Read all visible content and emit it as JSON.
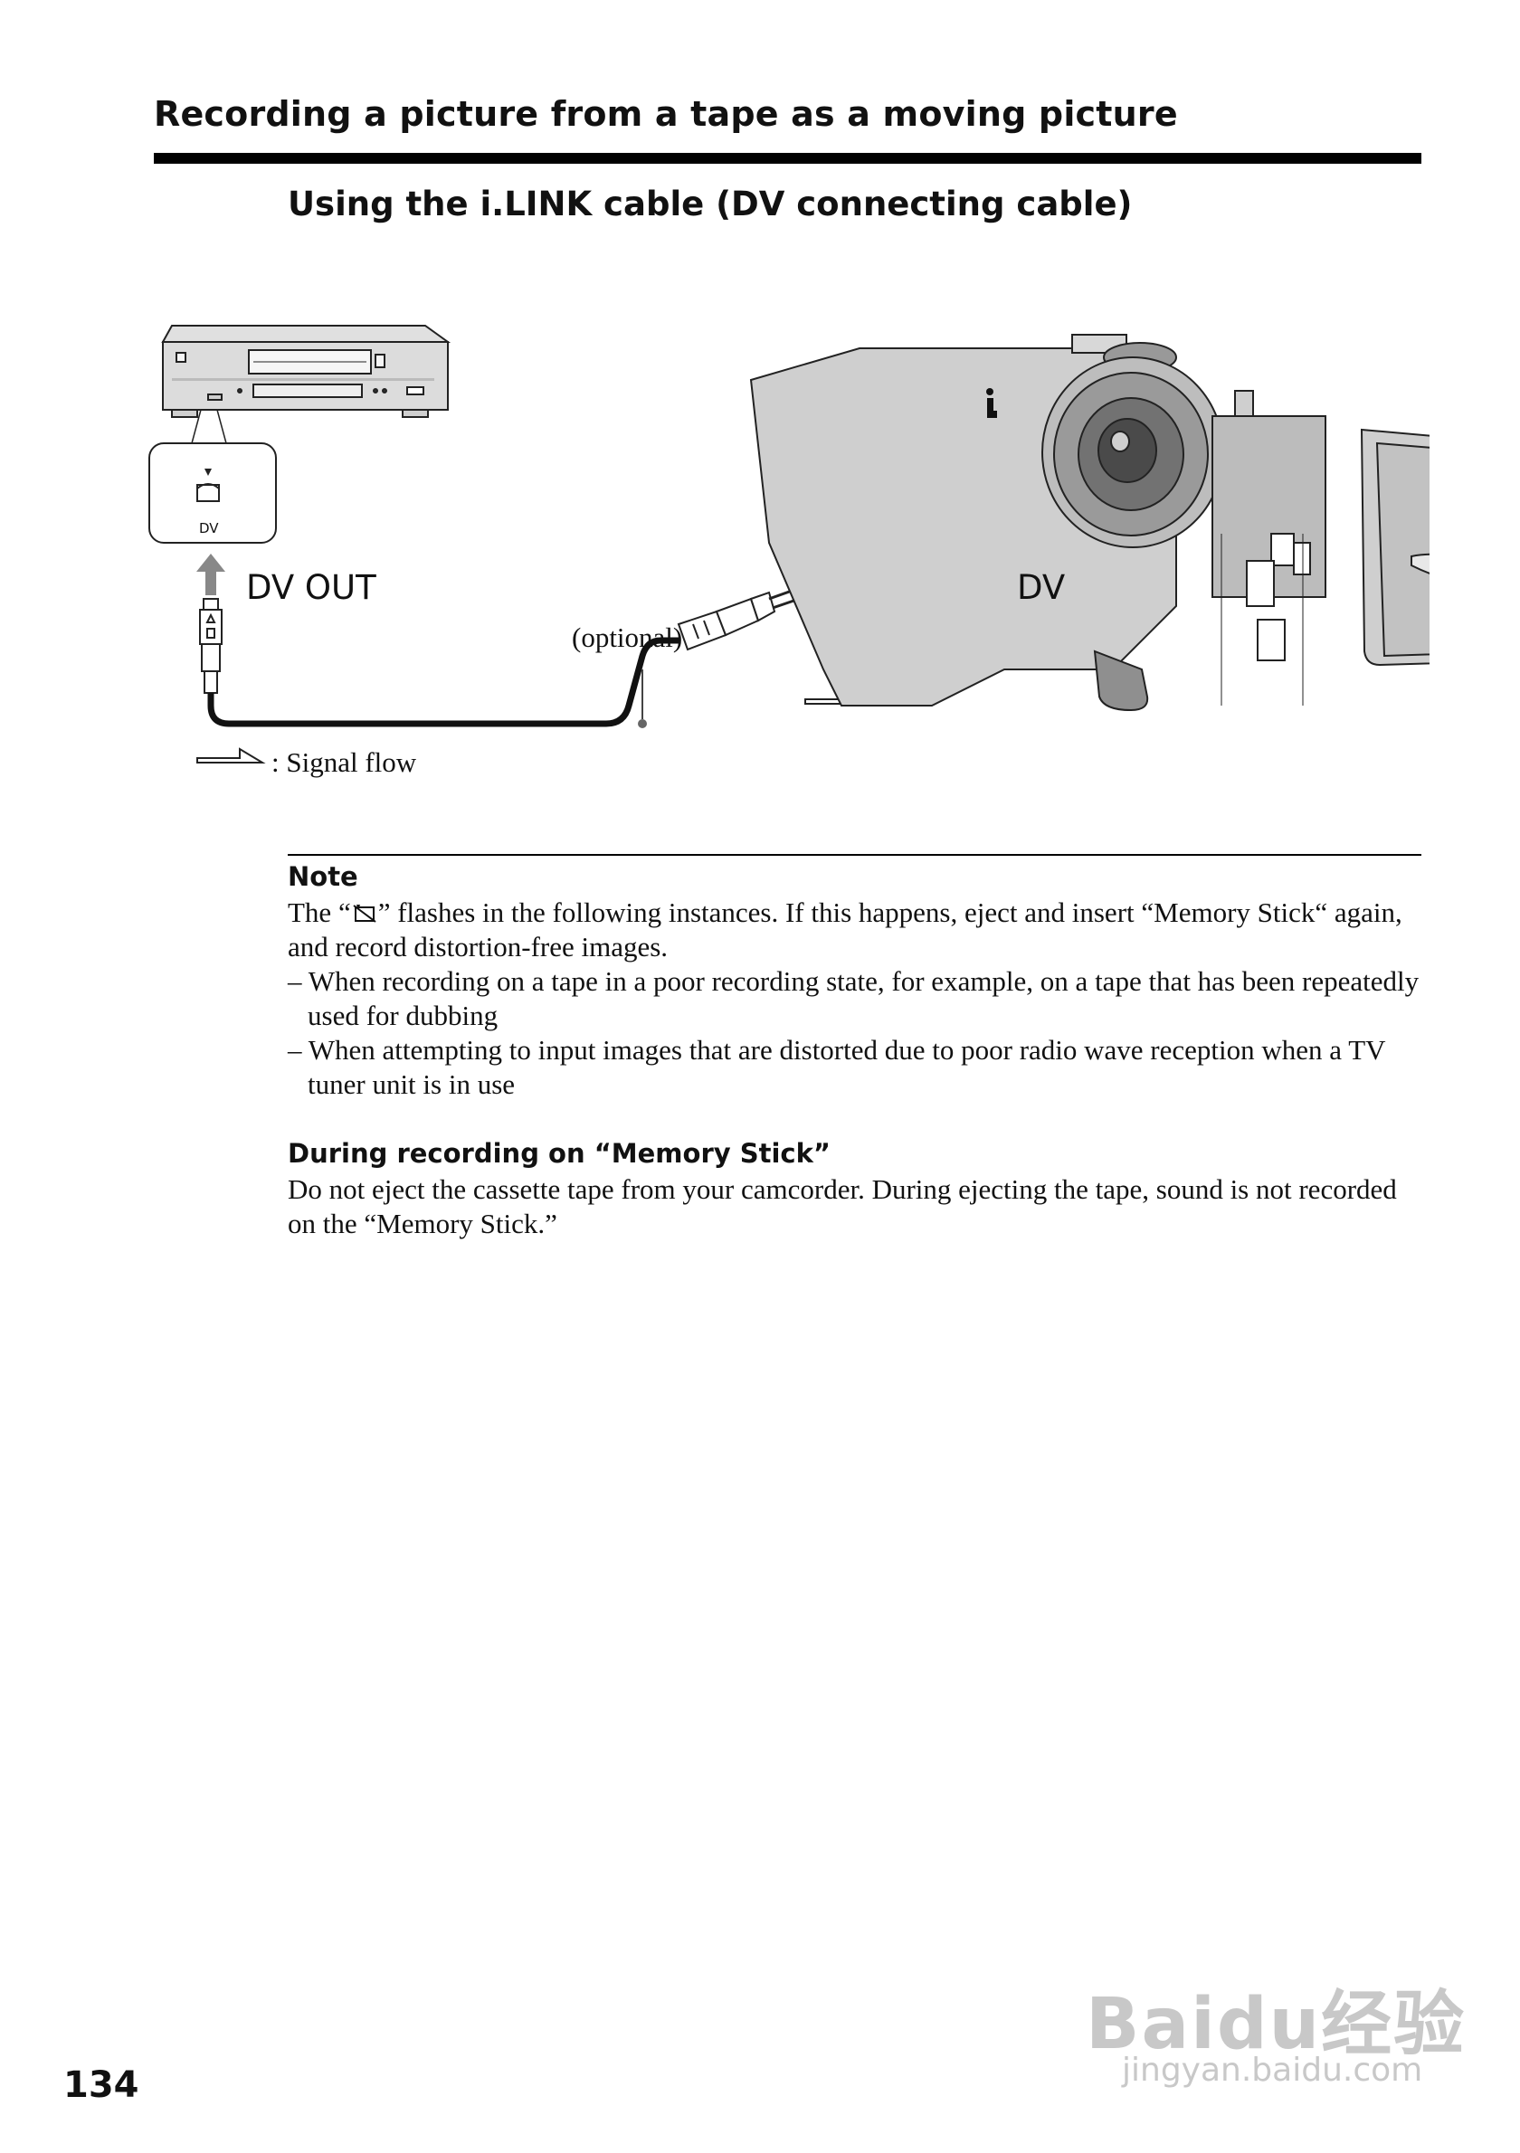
{
  "header": {
    "title": "Recording a picture from a tape as a moving picture",
    "subtitle": "Using the i.LINK cable (DV connecting cable)"
  },
  "diagram": {
    "vcr_jack_label": "DV",
    "dv_out_label": "DV OUT",
    "camcorder_jack_label": "DV",
    "cable_label": "(optional)",
    "signal_flow_label": ": Signal flow"
  },
  "note": {
    "title": "Note",
    "intro_before_icon": "The “",
    "intro_after_icon": "” flashes in the following instances. If this happens, eject and insert “Memory Stick“ again, and record distortion-free images.",
    "items": [
      "– When recording on a tape in a poor recording state, for example, on a tape that has been repeatedly used for dubbing",
      "– When attempting to input images that are distorted due to poor radio wave reception when a TV tuner unit is in use"
    ]
  },
  "recording_section": {
    "title": "During recording on “Memory Stick”",
    "body": "Do not eject the cassette tape from your camcorder. During ejecting the tape, sound is not recorded on the “Memory Stick.”"
  },
  "page_number": "134",
  "watermark": {
    "line1": "Baidu经验",
    "line2": "jingyan.baidu.com"
  }
}
